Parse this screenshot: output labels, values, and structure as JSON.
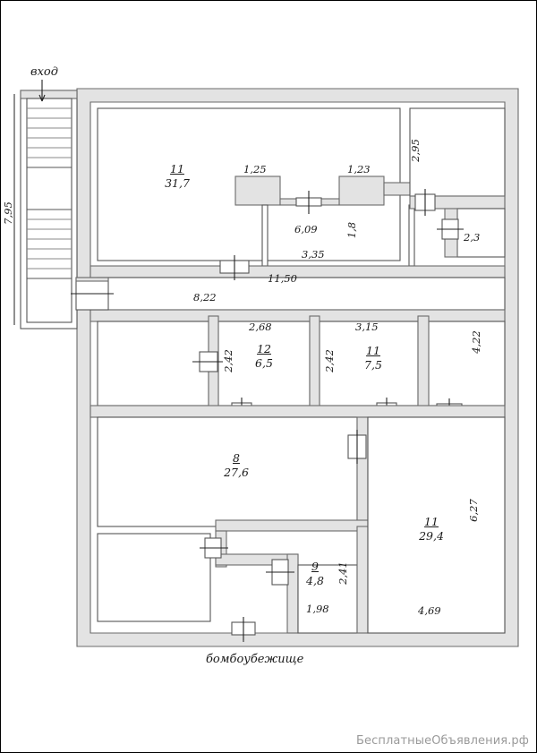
{
  "page": {
    "caption_bottom": "бомбоубежище",
    "entrance_label": "вход",
    "watermark": "БесплатныеОбъявления.рф",
    "colors": {
      "wall_fill": "#e3e3e3",
      "wall_stroke": "#6b6b6b",
      "room_stroke": "#555555",
      "text": "#1a1a1a",
      "watermark": "#9a9a9a",
      "page_border": "#000000"
    }
  },
  "rooms": [
    {
      "id": "room-11-top",
      "number": "11",
      "area": "31,7"
    },
    {
      "id": "room-12",
      "number": "12",
      "area": "6,5"
    },
    {
      "id": "room-11-mid",
      "number": "11",
      "area": "7,5"
    },
    {
      "id": "room-8",
      "number": "8",
      "area": "27,6"
    },
    {
      "id": "room-9",
      "number": "9",
      "area": "4,8"
    },
    {
      "id": "room-11-bottom",
      "number": "11",
      "area": "29,4"
    }
  ],
  "dimensions": {
    "left_overall": "7,95",
    "corridor_inner": "8,22",
    "corridor_outer": "11,50",
    "top_partition_left": "1,25",
    "top_partition_right": "1,23",
    "top_room_width": "6,09",
    "top_room_width2": "3,35",
    "top_partition_depth": "1,8",
    "right_top_height": "2,95",
    "right_small": "2,3",
    "room12_width": "2,68",
    "room12_height": "2,42",
    "room11mid_width": "3,15",
    "room11mid_height": "2,42",
    "right_mid_height": "4,22",
    "room9_width": "1,98",
    "room9_height": "2,41",
    "room11bot_width": "4,69",
    "room11bot_height": "6,27"
  }
}
